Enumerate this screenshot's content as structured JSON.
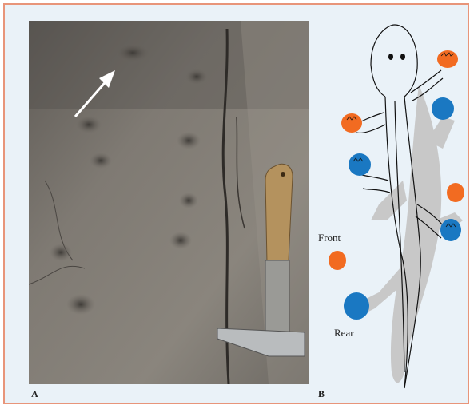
{
  "panels": {
    "left_label": "A",
    "right_label": "B"
  },
  "legend": {
    "front_label": "Front",
    "rear_label": "Rear",
    "front_color": "#f26b21",
    "rear_color": "#1a78c2"
  },
  "colors": {
    "frame_border": "#e8957a",
    "frame_background": "#eaf2f8",
    "shadow_body": "#c8c8c8",
    "rock": "#7a756e"
  },
  "icons": {
    "arrow": "white-arrow-icon",
    "hammer": "rock-hammer-icon"
  }
}
